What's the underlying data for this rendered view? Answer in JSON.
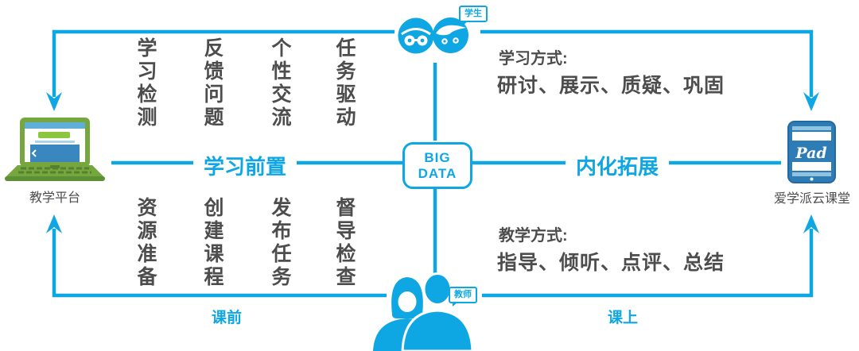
{
  "colors": {
    "accent": "#0fa7e3",
    "text_dark": "#4d4d4d",
    "laptop_green": "#76a73f",
    "pad_blue": "#2e7cb5"
  },
  "nodes": {
    "students_label": "学生",
    "teachers_label": "教师",
    "platform_label": "教学平台",
    "pad_label": "爱学派云课堂",
    "pad_screen_text": "Pad",
    "big_data_line1": "BIG",
    "big_data_line2": "DATA"
  },
  "edges": {
    "pre_learning": "学习前置",
    "internalization": "内化拓展",
    "before_class": "课前",
    "in_class": "课上"
  },
  "top_activities": [
    "学习检测",
    "反馈问题",
    "个性交流",
    "任务驱动"
  ],
  "bottom_activities": [
    "资源准备",
    "创建课程",
    "发布任务",
    "督导检查"
  ],
  "learning_methods": {
    "title": "学习方式:",
    "content": "研讨、展示、质疑、巩固"
  },
  "teaching_methods": {
    "title": "教学方式:",
    "content": "指导、倾听、点评、总结"
  }
}
